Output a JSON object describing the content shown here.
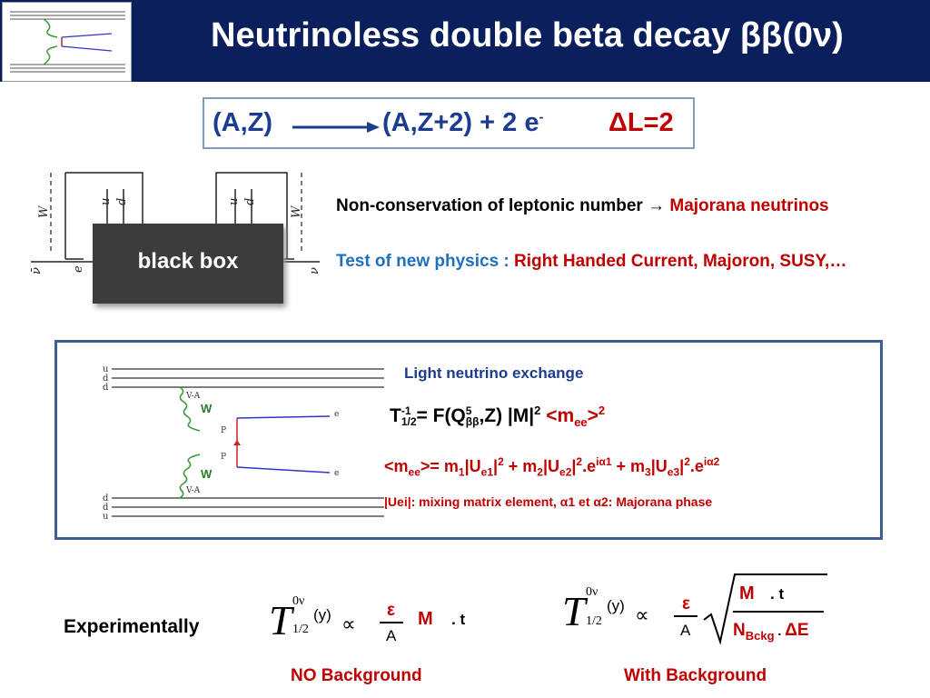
{
  "title": "Neutrinoless double beta decay ββ(0ν)",
  "equation": {
    "lhs": "(A,Z)",
    "rhs": "(A,Z+2) + 2 e",
    "rhs_sup": "-",
    "dl": "ΔL=2"
  },
  "black_box": {
    "label": "black box",
    "particles": {
      "u1": "u",
      "d1": "d",
      "u2": "u",
      "d2": "d",
      "w1": "W",
      "w2": "W",
      "e1": "e",
      "e2": "e",
      "nu1": "ν̄",
      "nu2": "ν"
    }
  },
  "lepton_line": {
    "text": "Non-conservation of leptonic number",
    "arrow": "→",
    "result": "Majorana neutrinos"
  },
  "physics_line": {
    "label": "Test of new physics :",
    "items": "Right Handed Current, Majoron, SUSY,…"
  },
  "panel": {
    "heading": "Light neutrino exchange",
    "feynman": {
      "quarks_top": [
        "u",
        "d",
        "d"
      ],
      "quarks_bottom": [
        "d",
        "d",
        "u"
      ],
      "w": "W",
      "va": "V-A",
      "electron": "e",
      "pr": "P",
      "pl": "P"
    },
    "formula1": {
      "t": "T",
      "sup": "-1",
      "sub": "1/2",
      "mid": "= F(Q",
      "q_sup": "5",
      "q_sub": "ββ",
      "end": ",Z) |M|",
      "m_sup": "2",
      "mee": "<m",
      "mee_sub": "ee",
      "mee_close": ">",
      "mee_sup": "2"
    },
    "formula2": {
      "open": "<m",
      "ee": "ee",
      "eq": ">= m",
      "s1": "1",
      "u1": "|U",
      "ue1": "e1",
      "p1": "|",
      "pow1": "2",
      "plus1": " + m",
      "s2": "2",
      "u2": "|U",
      "ue2": "e2",
      "p2": "|",
      "pow2": "2",
      "dot1": ".e",
      "i1": "iα1",
      "plus2": " + m",
      "s3": "3",
      "u3": "|U",
      "ue3": "e3",
      "p3": "|",
      "pow3": "2",
      "dot2": ".e",
      "i2": "iα2"
    },
    "formula3": "|Uei|: mixing matrix element, α1 et α2: Majorana phase"
  },
  "experimentally": "Experimentally",
  "no_bkg": {
    "T": "T",
    "sup": "0ν",
    "sub": "1/2",
    "y": "(y)",
    "prop": "∝",
    "eps": "ε",
    "A": "A",
    "M": "M",
    "t": ". t",
    "caption": "NO Background"
  },
  "with_bkg": {
    "T": "T",
    "sup": "0ν",
    "sub": "1/2",
    "y": "(y)",
    "prop": "∝",
    "eps": "ε",
    "A": "A",
    "M": "M",
    "t": ". t",
    "N": "N",
    "N_sub": "Bckg",
    "dot": " . ",
    "dE": "ΔE",
    "caption": "With Background"
  }
}
